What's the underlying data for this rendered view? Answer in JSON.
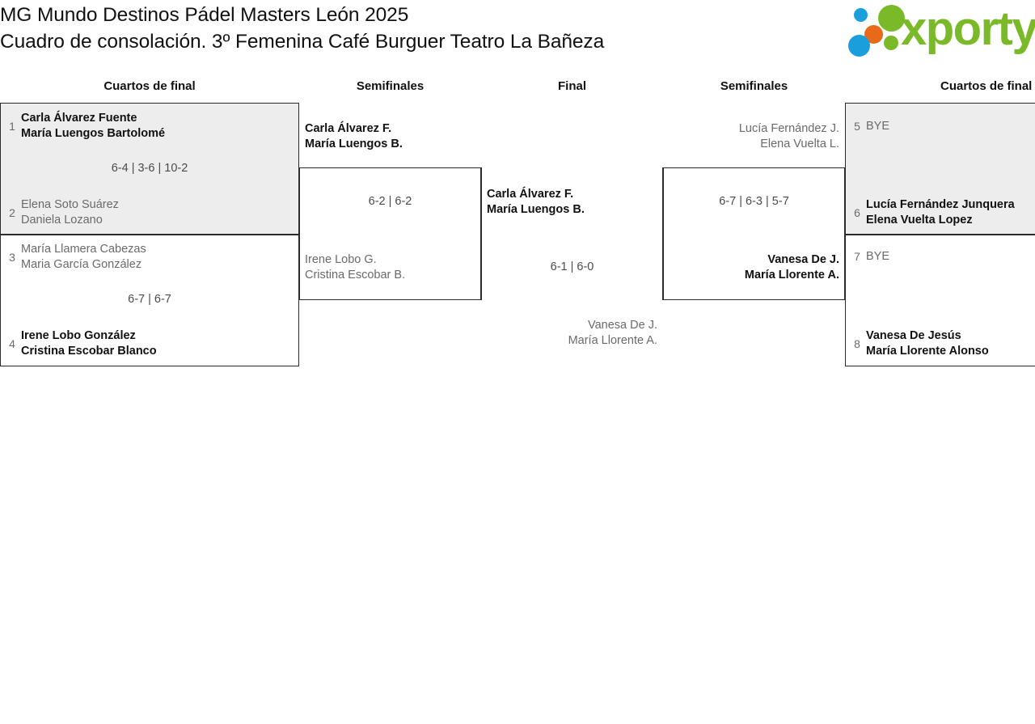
{
  "header": {
    "title_line1": "MG Mundo Destinos Pádel Masters León 2025",
    "title_line2": "Cuadro de consolación. 3º Femenina Café Burguer Teatro La Bañeza",
    "logo_word": "xporty",
    "logo_colors": {
      "green": "#7ab928",
      "blue": "#1a9fdc",
      "orange": "#e8691a"
    }
  },
  "columns": {
    "qf_left": "Cuartos de final",
    "sf_left": "Semifinales",
    "final": "Final",
    "sf_right": "Semifinales",
    "qf_right": "Cuartos de final"
  },
  "bracket": {
    "qf_left": [
      {
        "score": "6-4 | 3-6 | 10-2",
        "top": {
          "seed": "1",
          "name1": "Carla Álvarez Fuente",
          "name2": "María Luengos Bartolomé",
          "winner": true
        },
        "bottom": {
          "seed": "2",
          "name1": "Elena Soto Suárez",
          "name2": "Daniela Lozano",
          "winner": false
        }
      },
      {
        "score": "6-7 | 6-7",
        "top": {
          "seed": "3",
          "name1": "María Llamera Cabezas",
          "name2": "Maria García González",
          "winner": false
        },
        "bottom": {
          "seed": "4",
          "name1": "Irene Lobo González",
          "name2": "Cristina Escobar Blanco",
          "winner": true
        }
      }
    ],
    "sf_left": [
      {
        "score": "6-2 | 6-2",
        "top": {
          "name1": "Carla Álvarez F.",
          "name2": "María Luengos B.",
          "winner": true
        },
        "bottom": {
          "name1": "Irene Lobo G.",
          "name2": "Cristina Escobar B.",
          "winner": false
        }
      }
    ],
    "final": [
      {
        "score": "6-1 | 6-0",
        "top": {
          "name1": "Carla Álvarez F.",
          "name2": "María Luengos B.",
          "winner": true
        },
        "bottom": {
          "name1": "Vanesa De J.",
          "name2": "María Llorente A.",
          "winner": false
        }
      }
    ],
    "sf_right": [
      {
        "score": "6-7 | 6-3 | 5-7",
        "top": {
          "name1": "Lucía Fernández J.",
          "name2": "Elena Vuelta L.",
          "winner": false
        },
        "bottom": {
          "name1": "Vanesa De J.",
          "name2": "María Llorente A.",
          "winner": true
        }
      }
    ],
    "qf_right": [
      {
        "score": "",
        "top": {
          "seed": "5",
          "name1": "BYE",
          "name2": "",
          "winner": false
        },
        "bottom": {
          "seed": "6",
          "name1": "Lucía Fernández Junquera",
          "name2": "Elena Vuelta Lopez",
          "winner": true
        }
      },
      {
        "score": "",
        "top": {
          "seed": "7",
          "name1": "BYE",
          "name2": "",
          "winner": false
        },
        "bottom": {
          "seed": "8",
          "name1": "Vanesa De Jesús",
          "name2": "María Llorente Alonso",
          "winner": true
        }
      }
    ]
  }
}
